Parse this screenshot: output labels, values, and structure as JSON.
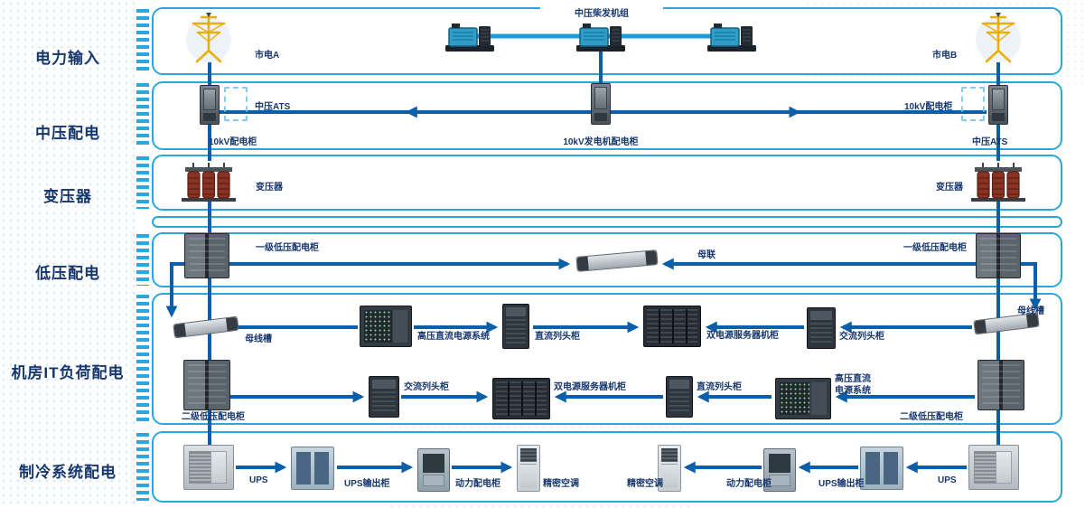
{
  "sidebar": {
    "rows": [
      {
        "label": "电力输入"
      },
      {
        "label": "中压配电"
      },
      {
        "label": "变压器"
      },
      {
        "label": "低压配电"
      },
      {
        "label": "机房IT负荷配电"
      },
      {
        "label": "制冷系统配电"
      }
    ]
  },
  "power_input": {
    "generator_group": "中压柴发机组",
    "utility_a": "市电A",
    "utility_b": "市电B"
  },
  "mv": {
    "left_ats": "中压ATS",
    "left_cabinet": "10kV配电柜",
    "generator_cabinet": "10kV发电机配电柜",
    "right_cabinet": "10kV配电柜",
    "right_ats": "中压ATS"
  },
  "transformer": {
    "left": "变压器",
    "right": "变压器"
  },
  "lv": {
    "left": "一级低压配电柜",
    "tie": "母联",
    "right": "一级低压配电柜"
  },
  "it": {
    "top": {
      "left_busway": "母线槽",
      "hvdc": "高压直流电源系统",
      "dc_row": "直流列头柜",
      "dual_server": "双电源服务器机柜",
      "ac_row": "交流列头柜",
      "right_busway": "母线槽"
    },
    "bottom": {
      "left_panel": "二级低压配电柜",
      "ac_row": "交流列头柜",
      "dual_server": "双电源服务器机柜",
      "dc_row": "直流列头柜",
      "hvdc_line1": "高压直流",
      "hvdc_line2": "电源系统",
      "right_panel": "二级低压配电柜"
    }
  },
  "cooling": {
    "left_ups": "UPS",
    "left_ups_out": "UPS输出柜",
    "left_power": "动力配电柜",
    "left_crac": "精密空调",
    "right_crac": "精密空调",
    "right_power": "动力配电柜",
    "right_ups_out": "UPS输出柜",
    "right_ups": "UPS"
  },
  "colors": {
    "connector": "#0B5EA8",
    "band_border": "#29A7DC",
    "label": "#16366E",
    "generator_link": "#1F9CD8"
  }
}
